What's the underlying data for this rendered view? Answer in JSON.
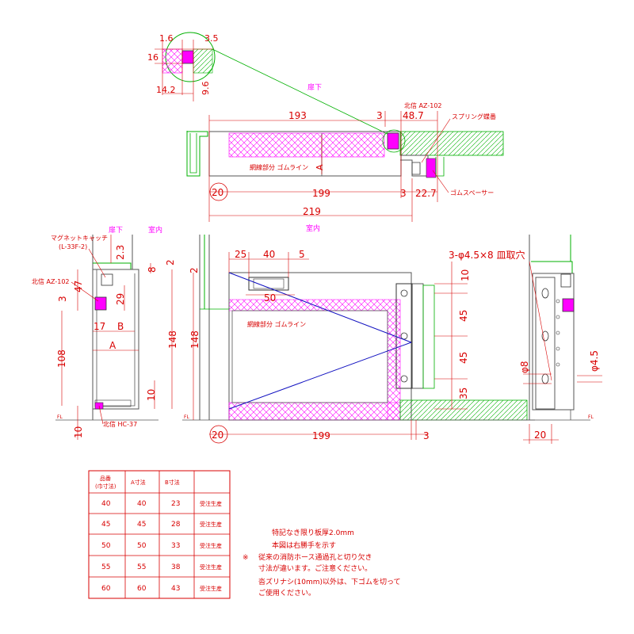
{
  "labels": {
    "section_bottom_top": "扉下",
    "section_bottom_left": "扉下",
    "room_left": "室内",
    "room_center": "室内",
    "rubber_line_top": "網線部分 ゴムライン",
    "rubber_line_front": "網線部分 ゴムライン",
    "spring_hinge": "スプリング蝶番",
    "rubber_spacer": "ゴムスペーサー",
    "hokushin_az_top": "北信 AZ-102",
    "hokushin_az_left": "北信 AZ-102",
    "hokushin_hc": "北信 HC-37",
    "magnet_catch": "マグネットキャッチ",
    "magnet_catch_model": "(L-33F-2)",
    "holes_note": "3-φ4.5×8 皿取穴",
    "fl": "FL"
  },
  "dimensions": {
    "detail_16a": "1.6",
    "detail_35": "3.5",
    "detail_16b": "16",
    "detail_142": "14.2",
    "detail_96": "9.6",
    "top_193": "193",
    "top_3a": "3",
    "top_487": "48.7",
    "top_a": "A",
    "top_20": "20",
    "top_199": "199",
    "top_3b": "3",
    "top_227": "22.7",
    "top_219": "219",
    "left_23": "2.3",
    "left_8": "8",
    "left_47": "47",
    "left_3": "3",
    "left_29": "29",
    "left_17": "17",
    "left_b": "B",
    "left_a": "A",
    "left_108": "108",
    "left_148": "148",
    "left_10a": "10",
    "left_10b": "10",
    "front_2a": "2",
    "front_2b": "2",
    "front_148": "148",
    "front_25": "25",
    "front_40": "40",
    "front_5": "5",
    "front_50": "50",
    "front_20": "20",
    "front_199": "199",
    "front_3": "3",
    "right_10": "10",
    "right_45a": "45",
    "right_45b": "45",
    "right_35": "35",
    "right_phi8": "φ8",
    "right_phi45": "φ4.5",
    "right_20": "20"
  },
  "table": {
    "headers": [
      "品番\n(巾寸法)",
      "A寸法",
      "B寸法",
      ""
    ],
    "header_line1": "品番",
    "header_line2": "(巾寸法)",
    "header_a": "A寸法",
    "header_b": "B寸法",
    "rows": [
      {
        "model": "40",
        "a": "40",
        "b": "23",
        "note": "受注生産"
      },
      {
        "model": "45",
        "a": "45",
        "b": "28",
        "note": "受注生産"
      },
      {
        "model": "50",
        "a": "50",
        "b": "33",
        "note": "受注生産"
      },
      {
        "model": "55",
        "a": "55",
        "b": "38",
        "note": "受注生産"
      },
      {
        "model": "60",
        "a": "60",
        "b": "43",
        "note": "受注生産"
      }
    ]
  },
  "notes": {
    "line1": "特記なき限り板厚2.0mm",
    "line2": "本図は右勝手を示す",
    "mark": "※",
    "line3": "従来の消防ホース通過孔と切り欠き",
    "line4": "寸法が違います。ご注意ください。",
    "line5": "沓ズリナシ(10mm)以外は、下ゴムを切って",
    "line6": "ご使用ください。"
  },
  "colors": {
    "frame": "#5a5a5a",
    "green": "#00b000",
    "red": "#d80000",
    "magenta": "#ff00ff",
    "blue": "#1010c0"
  }
}
